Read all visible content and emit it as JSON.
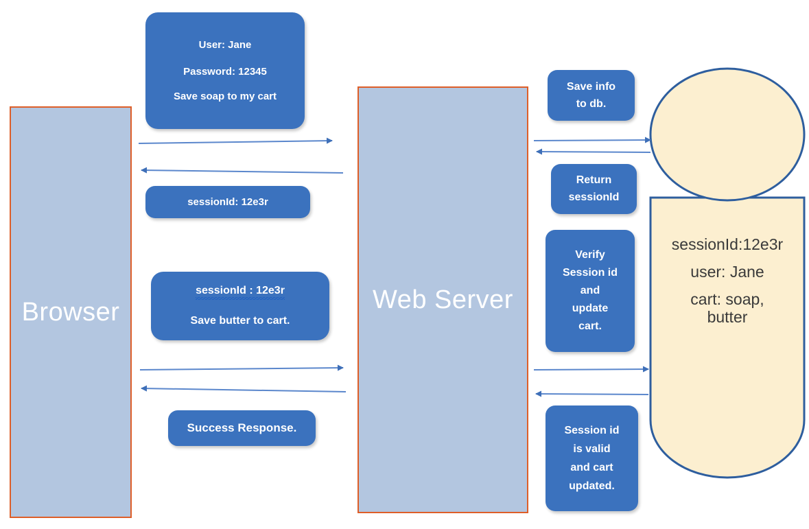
{
  "diagram": {
    "title": "Browser - Web Server - Database session flow",
    "colors": {
      "blue_box_fill": "#3B72BE",
      "pillar_fill": "#B3C6E0",
      "pillar_border": "#DE5E28",
      "db_fill": "#FCEFD0",
      "db_stroke": "#2E5E9E",
      "arrow": "#4472C4",
      "box_text": "#FFFFFF",
      "db_text": "#3A3A3A",
      "background": "#FFFFFF"
    }
  },
  "pillars": {
    "browser": {
      "label": "Browser"
    },
    "web_server": {
      "label": "Web Server"
    }
  },
  "database": {
    "name": "session-store-database",
    "lines": [
      "sessionId:12e3r",
      "user: Jane",
      "cart: soap,",
      "butter"
    ]
  },
  "client_messages": [
    {
      "name": "login-request-box",
      "lines": [
        "User: Jane",
        "Password: 12345",
        "Save soap to my cart"
      ]
    },
    {
      "name": "session-response-box",
      "lines": [
        "sessionId: 12e3r"
      ]
    },
    {
      "name": "add-butter-request-box",
      "lines": [
        "sessionId : 12e3r",
        "Save butter to cart."
      ],
      "misspelled_word": "sessionId"
    },
    {
      "name": "success-response-box",
      "lines": [
        "Success Response."
      ]
    }
  ],
  "server_messages": [
    {
      "name": "save-info-box",
      "lines": [
        "Save info",
        "to db."
      ]
    },
    {
      "name": "return-sessionid-box",
      "lines": [
        "Return",
        "sessionId"
      ]
    },
    {
      "name": "verify-session-box",
      "lines": [
        "Verify",
        "Session id",
        "and",
        "update",
        "cart."
      ]
    },
    {
      "name": "session-valid-box",
      "lines": [
        "Session id",
        "is valid",
        "and cart",
        "updated."
      ]
    }
  ],
  "arrows": [
    {
      "name": "arrow-browser-to-server-login",
      "direction": "right"
    },
    {
      "name": "arrow-server-to-browser-session",
      "direction": "left"
    },
    {
      "name": "arrow-browser-to-server-addcart",
      "direction": "right"
    },
    {
      "name": "arrow-server-to-browser-success",
      "direction": "left"
    },
    {
      "name": "arrow-server-to-db-save",
      "direction": "right"
    },
    {
      "name": "arrow-db-to-server-sessionid",
      "direction": "left"
    },
    {
      "name": "arrow-server-to-db-update",
      "direction": "right"
    },
    {
      "name": "arrow-db-to-server-confirm",
      "direction": "left"
    }
  ]
}
